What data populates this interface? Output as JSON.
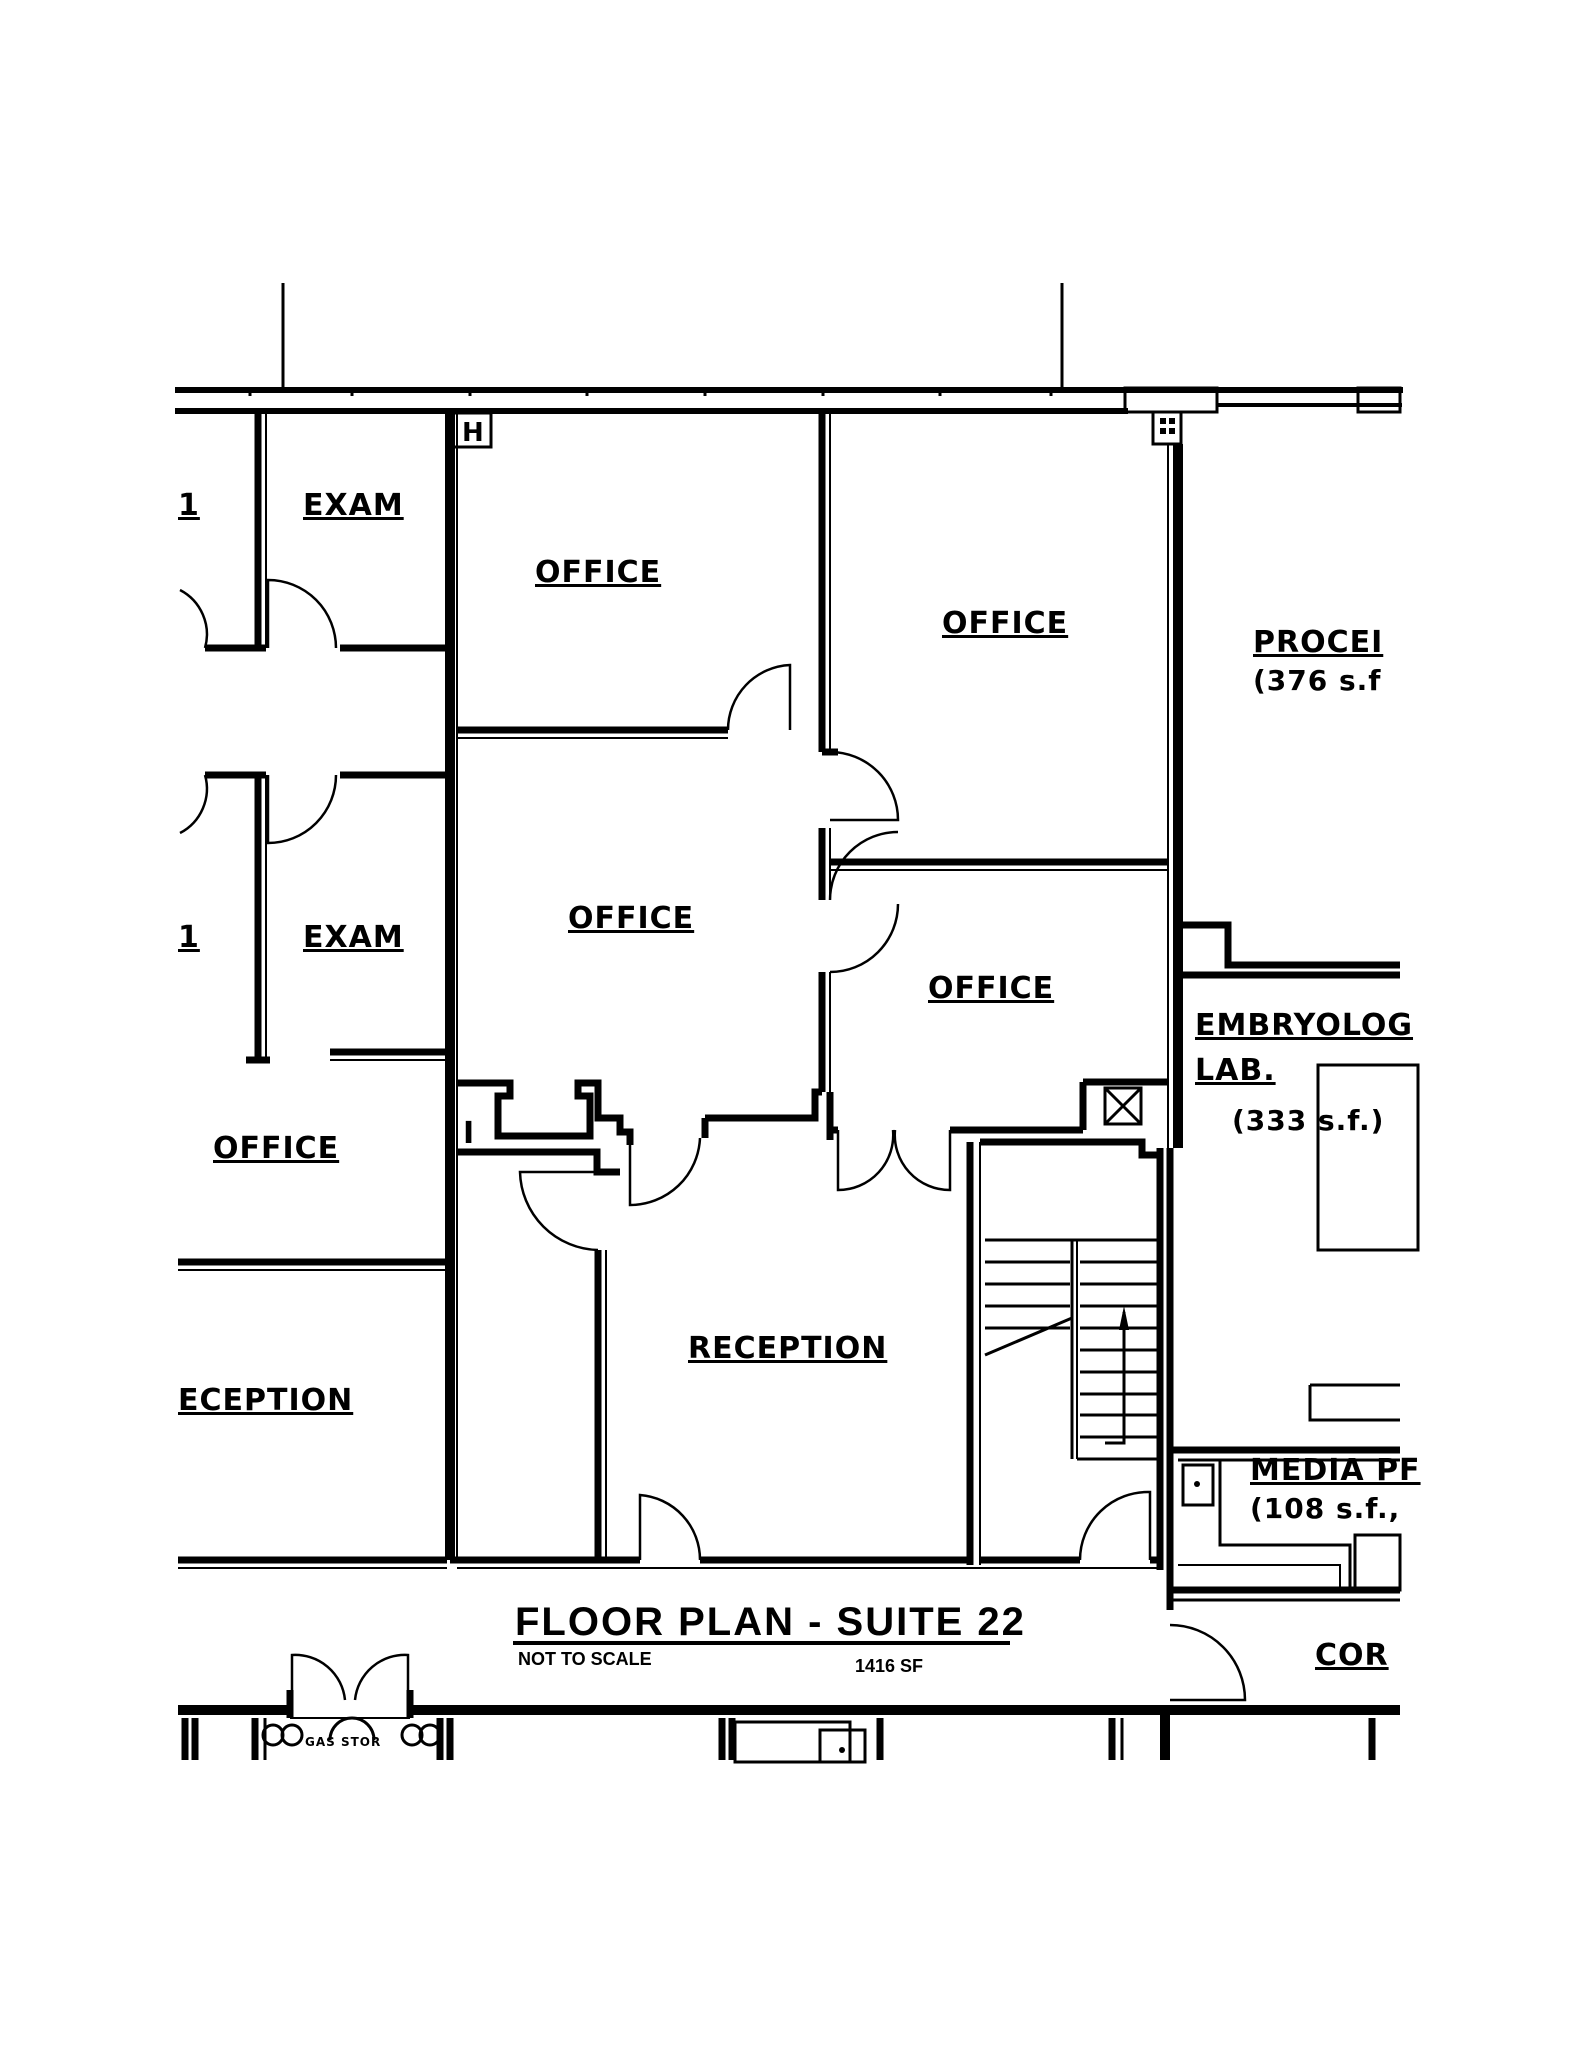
{
  "document": {
    "title": "FLOOR PLAN - SUITE 22",
    "note": "NOT TO SCALE",
    "area": "1416 SF"
  },
  "rooms": {
    "exam_top": {
      "label": "EXAM",
      "number": "1"
    },
    "exam_mid": {
      "label": "EXAM",
      "number": "1"
    },
    "office_left": {
      "label": "OFFICE"
    },
    "reception_left": {
      "label": "ECEPTION"
    },
    "office_top_center": {
      "label": "OFFICE"
    },
    "office_top_right": {
      "label": "OFFICE"
    },
    "office_center": {
      "label": "OFFICE"
    },
    "office_right": {
      "label": "OFFICE"
    },
    "reception": {
      "label": "RECEPTION"
    },
    "procedure": {
      "label": "PROCEI",
      "area": "(376 s.f"
    },
    "embryology": {
      "label_line1": "EMBRYOLOG",
      "label_line2": "LAB.",
      "area": "(333 s.f.)"
    },
    "media": {
      "label": "MEDIA PF",
      "area": "(108 s.f.,"
    },
    "corridor": {
      "label": "COR"
    },
    "gas_storage": {
      "label": "GAS STOR"
    }
  },
  "symbols": {
    "hose_bib": "H",
    "fire_extinguisher": "I"
  }
}
